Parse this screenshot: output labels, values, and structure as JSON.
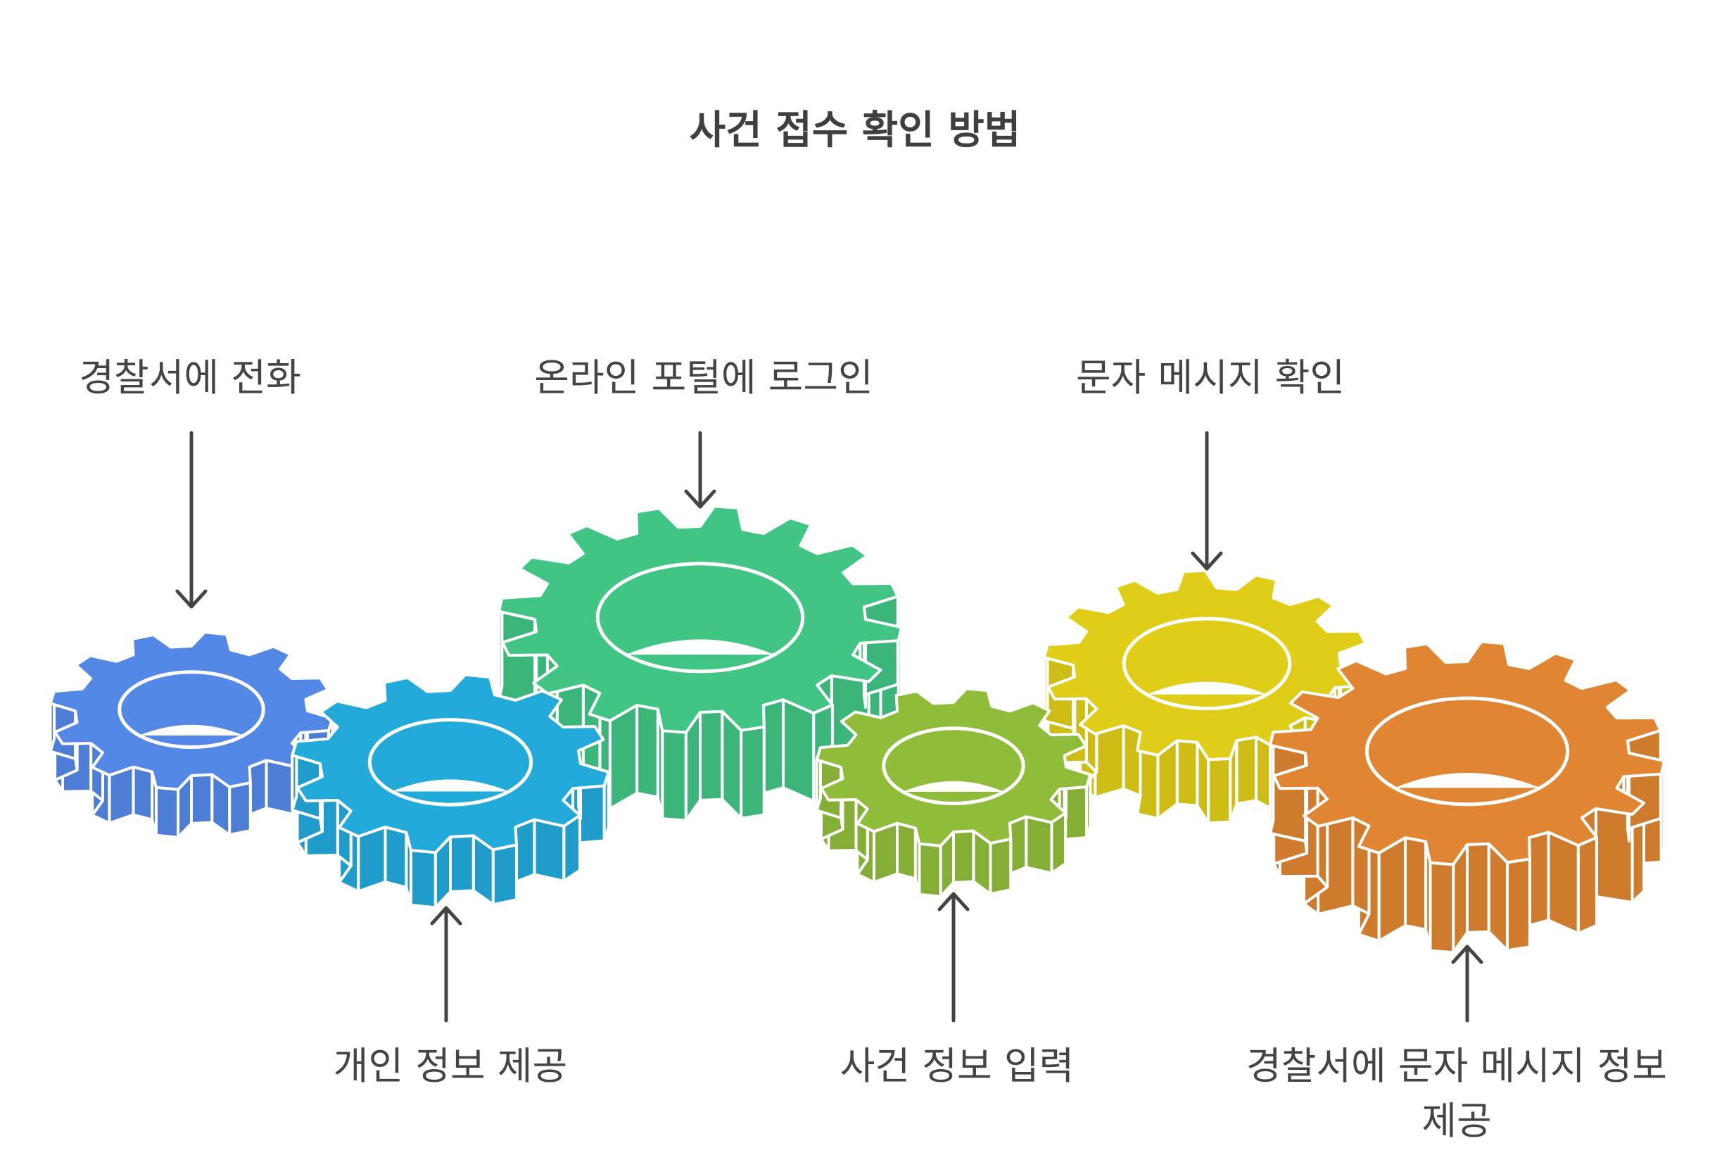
{
  "title": "사건 접수 확인 방법",
  "steps": [
    {
      "label": "경찰서에 전화",
      "color": "#5488e6"
    },
    {
      "label": "개인 정보 제공",
      "color": "#22aadb"
    },
    {
      "label": "온라인 포털에 로그인",
      "color": "#40c585"
    },
    {
      "label": "사건 정보 입력",
      "color": "#8fbd3a"
    },
    {
      "label": "문자 메시지 확인",
      "color": "#dfcd17"
    },
    {
      "label": "경찰서에 문자 메시지 정보 제공",
      "color": "#e08632"
    }
  ],
  "label_color": "#444444",
  "outline_color": "#ffffff",
  "arrow_color": "#444444"
}
